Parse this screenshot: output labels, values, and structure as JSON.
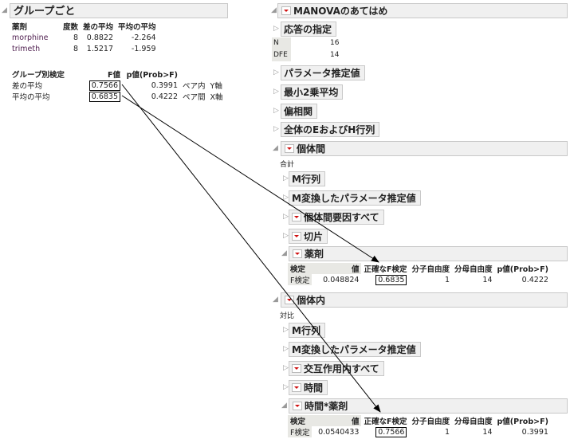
{
  "left": {
    "title": "グループごと",
    "group_table": {
      "headers": [
        "薬剤",
        "度数",
        "差の平均",
        "平均の平均"
      ],
      "rows": [
        [
          "morphine",
          "8",
          "0.8822",
          "-2.264"
        ],
        [
          "trimeth",
          "8",
          "1.5217",
          "-1.959"
        ]
      ]
    },
    "test_table": {
      "headers": [
        "グループ別検定",
        "F値",
        "p値(Prob>F)"
      ],
      "rows": [
        [
          "差の平均",
          "0.7566",
          "0.3991",
          "ペア内",
          "Y軸"
        ],
        [
          "平均の平均",
          "0.6835",
          "0.4222",
          "ペア間",
          "X軸"
        ]
      ]
    }
  },
  "right": {
    "title": "MANOVAのあてはめ",
    "response_spec": "応答の指定",
    "stats": [
      {
        "label": "N",
        "value": "16"
      },
      {
        "label": "DFE",
        "value": "14"
      }
    ],
    "param_est": "パラメータ推定値",
    "lsmeans": "最小2乗平均",
    "partial_corr": "偏相関",
    "eh_matrix": "全体のEおよびH行列",
    "between": {
      "title": "個体間",
      "sub": "合計",
      "m_matrix": "M行列",
      "m_param": "M変換したパラメータ推定値",
      "all_factors": "個体間要因すべて",
      "intercept": "切片",
      "drug": {
        "title": "薬剤",
        "headers": [
          "検定",
          "値",
          "正確なF検定",
          "分子自由度",
          "分母自由度",
          "p値(Prob>F)"
        ],
        "row": [
          "F検定",
          "0.048824",
          "0.6835",
          "1",
          "14",
          "0.4222"
        ]
      }
    },
    "within": {
      "title": "個体内",
      "sub": "対比",
      "m_matrix": "M行列",
      "m_param": "M変換したパラメータ推定値",
      "all_interact": "交互作用内すべて",
      "time": "時間",
      "time_drug": {
        "title": "時間*薬剤",
        "headers": [
          "検定",
          "値",
          "正確なF検定",
          "分子自由度",
          "分母自由度",
          "p値(Prob>F)"
        ],
        "row": [
          "F検定",
          "0.0540433",
          "0.7566",
          "1",
          "14",
          "0.3991"
        ]
      }
    }
  }
}
